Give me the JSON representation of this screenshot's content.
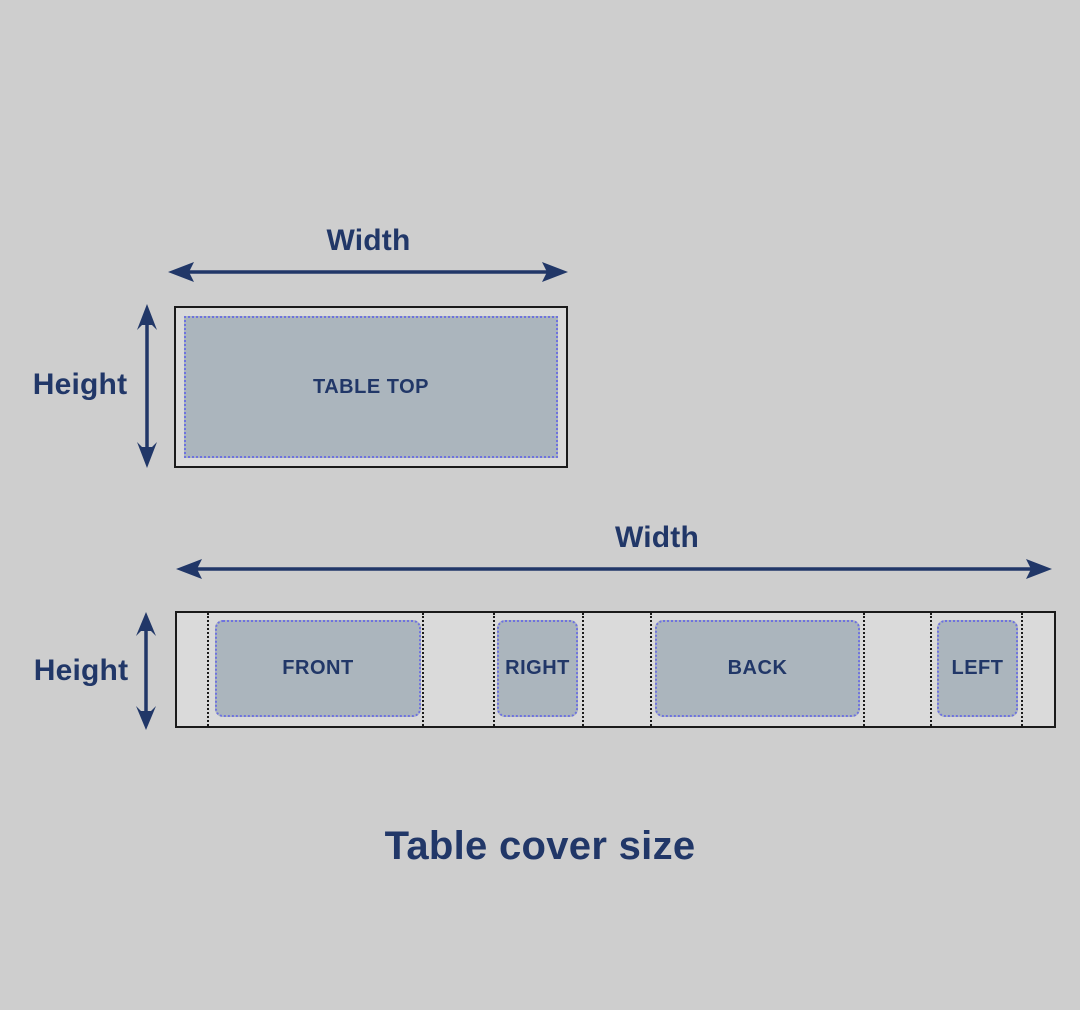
{
  "title": "Table cover size",
  "colors": {
    "navy": "#213768",
    "panel_fill": "#abb5bd",
    "panel_dotted_border": "#6e72df",
    "fold_line": "#1a1a1a",
    "background": "#cecece",
    "box_fill": "#dadada"
  },
  "table_top_diagram": {
    "width_label": "Width",
    "height_label": "Height",
    "panel_label": "TABLE TOP"
  },
  "cover_strip_diagram": {
    "width_label": "Width",
    "height_label": "Height",
    "panels": [
      {
        "label": "FRONT"
      },
      {
        "label": "RIGHT"
      },
      {
        "label": "BACK"
      },
      {
        "label": "LEFT"
      }
    ]
  }
}
